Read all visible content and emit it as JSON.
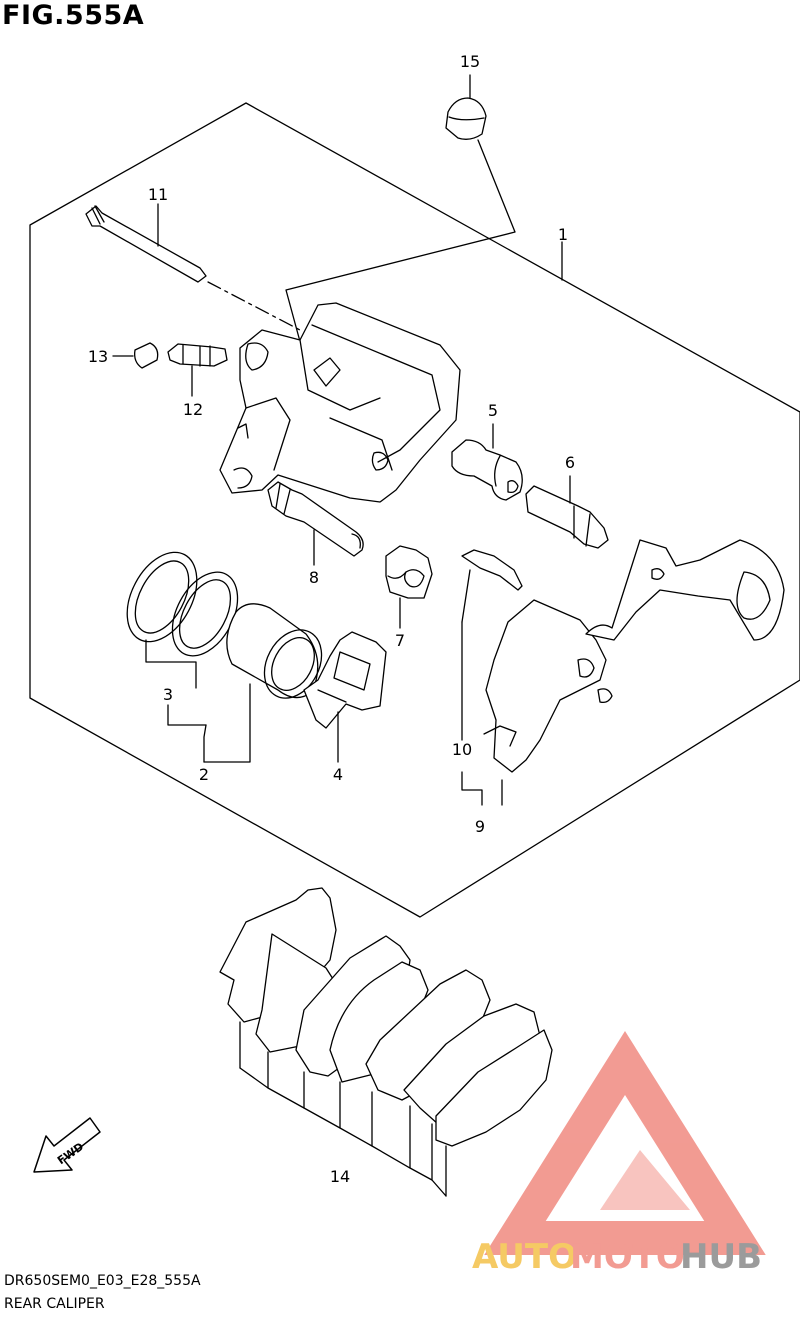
{
  "figure": {
    "title": "FIG.555A",
    "code": "DR650SEM0_E03_E28_555A",
    "name": "REAR CALIPER"
  },
  "callouts": {
    "c1": "1",
    "c2": "2",
    "c3": "3",
    "c4": "4",
    "c5": "5",
    "c6": "6",
    "c7": "7",
    "c8": "8",
    "c9": "9",
    "c10": "10",
    "c11": "11",
    "c12": "12",
    "c13": "13",
    "c14": "14",
    "c15": "15"
  },
  "fwd_label": "FWD",
  "watermark": {
    "brand_part1": "AUTO",
    "brand_part2": "MOTO",
    "brand_part3": "HUB",
    "color_primary": "#f08a80",
    "color_accent": "#f4c14a",
    "color_gray": "#8a8a8a"
  },
  "colors": {
    "line": "#000000",
    "background": "#ffffff"
  }
}
